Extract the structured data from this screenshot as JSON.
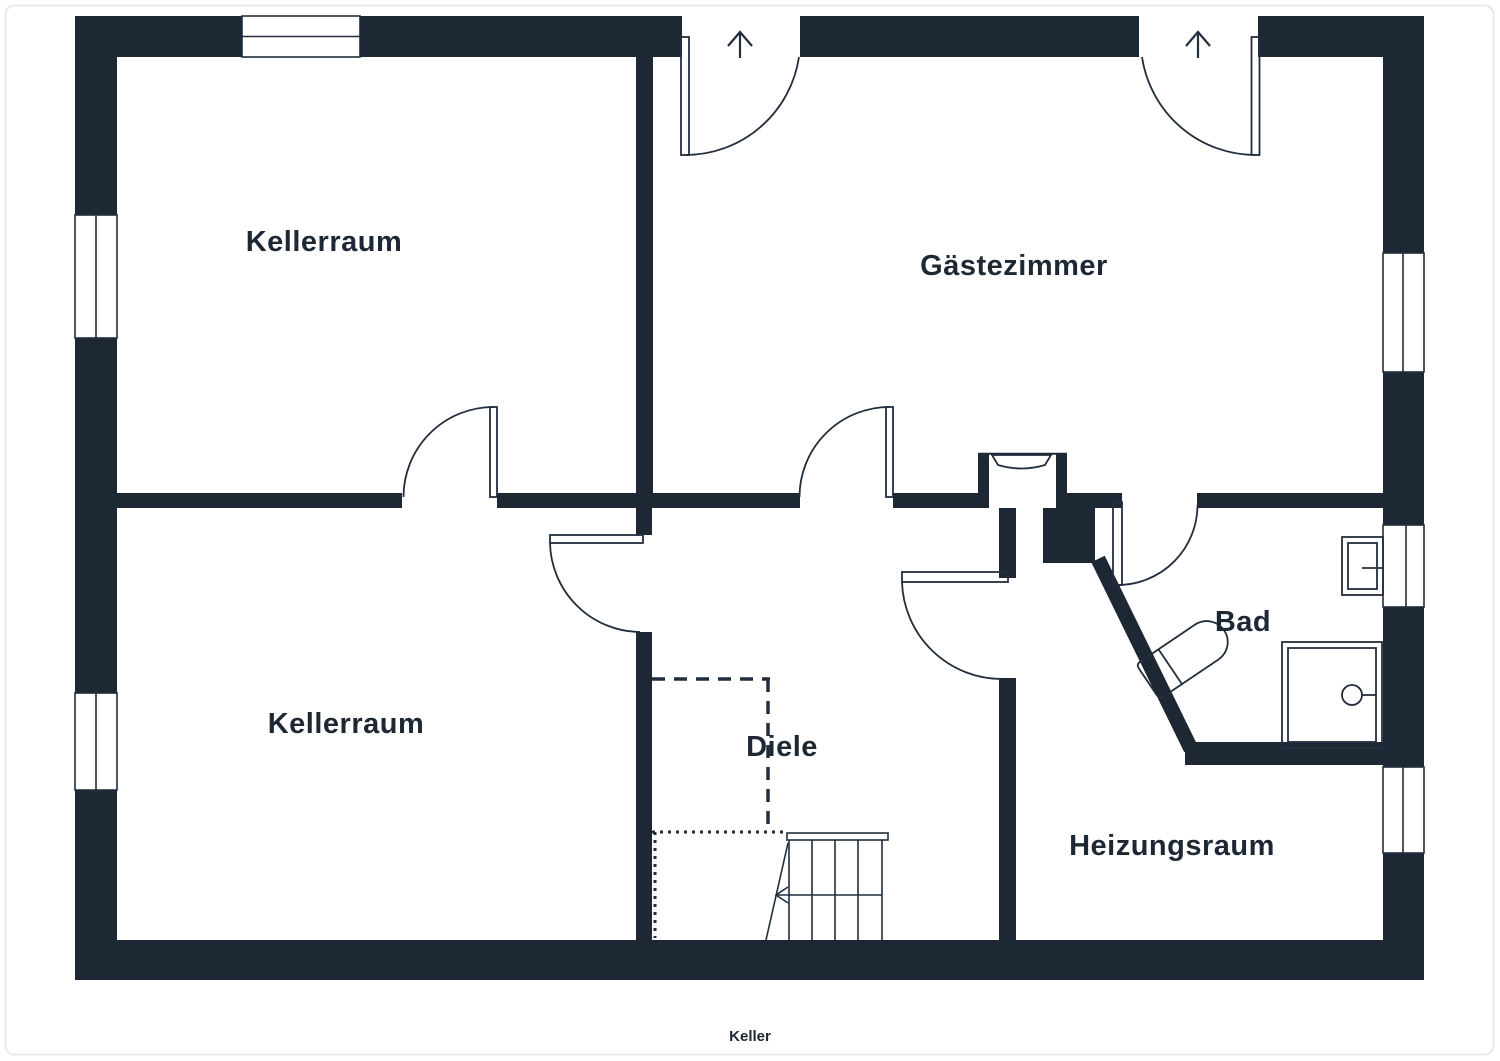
{
  "floor": {
    "caption": "Keller"
  },
  "rooms": [
    {
      "id": "kellerraum-top",
      "name": "Kellerraum"
    },
    {
      "id": "gaestezimmer",
      "name": "Gästezimmer"
    },
    {
      "id": "kellerraum-bottom",
      "name": "Kellerraum"
    },
    {
      "id": "diele",
      "name": "Diele"
    },
    {
      "id": "bad",
      "name": "Bad"
    },
    {
      "id": "heizungsraum",
      "name": "Heizungsraum"
    }
  ],
  "fixtures": [
    {
      "id": "stairs",
      "name": "staircase"
    },
    {
      "id": "toilet",
      "name": "toilet"
    },
    {
      "id": "shower",
      "name": "shower"
    },
    {
      "id": "washbasin",
      "name": "washbasin"
    },
    {
      "id": "utility-sink",
      "name": "utility-sink"
    }
  ],
  "doors": [
    {
      "id": "entrance-left",
      "type": "exterior-entrance"
    },
    {
      "id": "entrance-right",
      "type": "exterior-entrance"
    },
    {
      "id": "kellerraum-top-door",
      "type": "interior"
    },
    {
      "id": "kellerraum-bottom-door",
      "type": "interior"
    },
    {
      "id": "gaestezimmer-door",
      "type": "interior"
    },
    {
      "id": "bad-door",
      "type": "interior"
    },
    {
      "id": "heizungsraum-door",
      "type": "interior"
    }
  ],
  "windows": {
    "count": 6
  },
  "colors": {
    "wall": "#1e2834",
    "line": "#222e3d",
    "background": "#ffffff",
    "frame": "#e7e8ea"
  }
}
